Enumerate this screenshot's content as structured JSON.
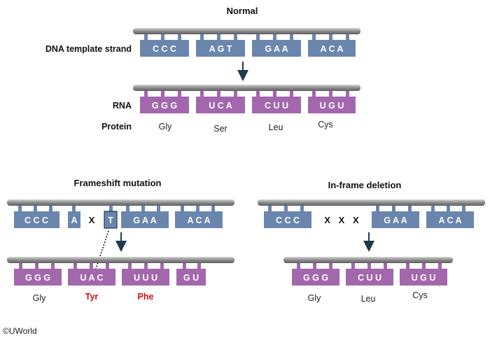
{
  "normal": {
    "title": "Normal",
    "dna_label": "DNA template strand",
    "rna_label": "RNA",
    "protein_label": "Protein",
    "dna_codons": [
      "C C C",
      "A G T",
      "G A A",
      "A C A"
    ],
    "rna_codons": [
      "G G G",
      "U C A",
      "C U U",
      "U G U"
    ],
    "protein": [
      "Gly",
      "Ser",
      "Leu",
      "Cys"
    ]
  },
  "frameshift": {
    "title": "Frameshift mutation",
    "dna_blocks": [
      "C C C",
      "A",
      "X",
      "T",
      "G A A",
      "A C A"
    ],
    "rna_codons": [
      "G G G",
      "U A C",
      "U U U",
      "G U"
    ],
    "protein": [
      "Gly",
      "Tyr",
      "Phe"
    ],
    "mutated_colour": "#cc1111"
  },
  "inframe": {
    "title": "In-frame deletion",
    "dna_blocks": [
      "C C C",
      "X X X",
      "G A A",
      "A C A"
    ],
    "rna_codons": [
      "G G G",
      "C U U",
      "U G U"
    ],
    "protein": [
      "Gly",
      "Leu",
      "Cys"
    ]
  },
  "copyright": "©UWorld",
  "colors": {
    "dna": "#6b86ad",
    "rna": "#a267ad",
    "backbone": "#9a9a9a"
  }
}
